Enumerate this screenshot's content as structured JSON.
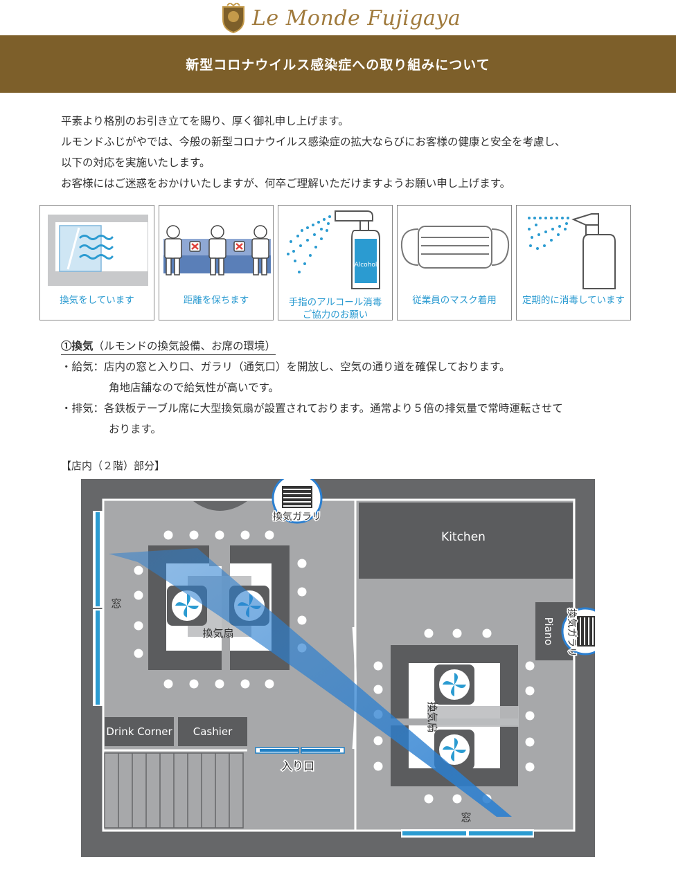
{
  "brand": {
    "name": "Le Monde Fujigaya"
  },
  "banner": {
    "title": "新型コロナウイルス感染症への取り組みについて"
  },
  "intro": [
    "平素より格別のお引き立てを賜り、厚く御礼申し上げます。",
    "ルモンドふじがやでは、今般の新型コロナウイルス感染症の拡大ならびにお客様の健康と安全を考慮し、",
    "以下の対応を実施いたします。",
    "お客様にはご迷惑をおかけいたしますが、何卒ご理解いただけますようお願い申し上げます。"
  ],
  "icons": [
    {
      "name": "ventilation-icon",
      "label": "換気をしています"
    },
    {
      "name": "distance-icon",
      "label": "距離を保ちます"
    },
    {
      "name": "alcohol-icon",
      "label1": "手指のアルコール消毒",
      "label2": "ご協力のお願い",
      "bottle_text": "Alcohol"
    },
    {
      "name": "mask-icon",
      "label": "従業員のマスク着用"
    },
    {
      "name": "spray-icon",
      "label": "定期的に消毒しています"
    }
  ],
  "section": {
    "title_num": "①換気",
    "title_rest": "（ルモンドの換気設備、お席の環境）",
    "supply_prefix": "・給気：",
    "supply_line1": "店内の窓と入り口、ガラリ（通気口）を開放し、空気の通り道を確保しております。",
    "supply_line2": "角地店舗なので給気性が高いです。",
    "exhaust_prefix": "・排気：",
    "exhaust_line1": "各鉄板テーブル席に大型換気扇が設置されております。通常より５倍の排気量で常時運転させて",
    "exhaust_line2": "おります。"
  },
  "floor": {
    "label": "【店内（２階）部分】",
    "kitchen": "Kitchen",
    "piano": "Piano",
    "drink_corner": "Drink Corner",
    "cashier": "Cashier",
    "entrance": "入り口",
    "window": "窓",
    "window_bottom": "窓",
    "fan": "換気扇",
    "fan_right": "換気扇",
    "vent_top": "換気ガラリ",
    "vent_right": "換気ガラリ"
  },
  "colors": {
    "brown": "#7d5f2a",
    "gold": "#a07a3c",
    "blue": "#2b9bd1"
  }
}
